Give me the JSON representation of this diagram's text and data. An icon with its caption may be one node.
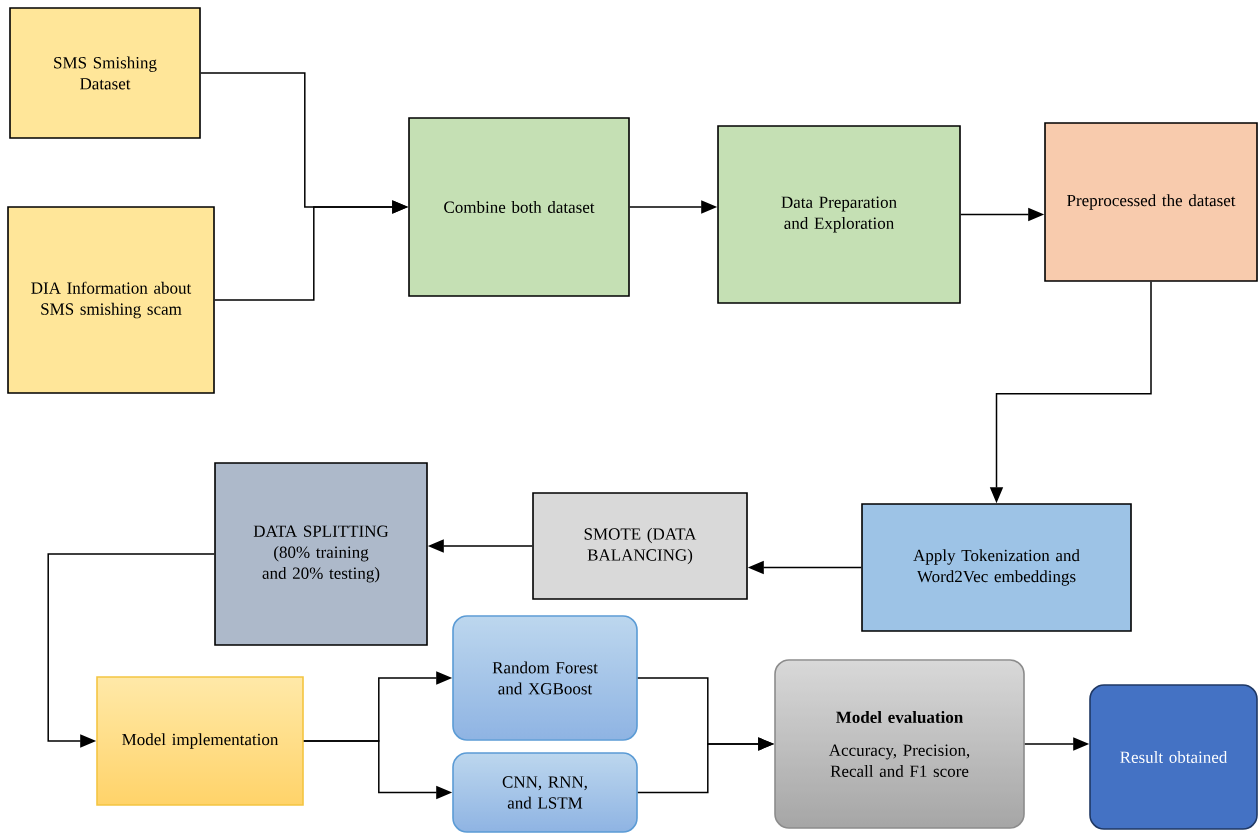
{
  "diagram": {
    "nodes": [
      {
        "text": [
          "SMS Smishing Dataset"
        ]
      },
      {
        "text": [
          "DIA Information about SMS smishing scam"
        ]
      },
      {
        "text": [
          "Combine both dataset"
        ]
      },
      {
        "text": [
          "Data Preparation and Exploration"
        ]
      },
      {
        "text": [
          "Preprocessed the dataset"
        ]
      },
      {
        "text": [
          "Apply Tokenization and Word2Vec embeddings"
        ]
      },
      {
        "text": [
          "SMOTE (DATA BALANCING)"
        ]
      },
      {
        "text": [
          "DATA SPLITTING (80% training and 20% testing)"
        ]
      },
      {
        "text": [
          "Model implementation"
        ]
      },
      {
        "text": [
          "Random Forest and XGBoost"
        ]
      },
      {
        "text": [
          "CNN, RNN, and LSTM"
        ]
      },
      {
        "text": [
          "Model evaluation",
          "Accuracy, Precision, Recall and F1 score"
        ]
      },
      {
        "text": [
          "Result obtained"
        ]
      }
    ],
    "edges": [
      {
        "from": 0,
        "to": 2,
        "arrow": "to"
      },
      {
        "from": 1,
        "to": 2,
        "arrow": "to"
      },
      {
        "from": 2,
        "to": 3,
        "arrow": "to"
      },
      {
        "from": 3,
        "to": 4,
        "arrow": "to"
      },
      {
        "from": 4,
        "to": 5,
        "arrow": "to"
      },
      {
        "from": 5,
        "to": 6,
        "arrow": "to"
      },
      {
        "from": 6,
        "to": 7,
        "arrow": "to"
      },
      {
        "from": 7,
        "to": 8,
        "arrow": "to"
      },
      {
        "from": 8,
        "to": 9,
        "arrow": "to"
      },
      {
        "from": 8,
        "to": 10,
        "arrow": "to"
      },
      {
        "from": 9,
        "to": 11,
        "arrow": "to"
      },
      {
        "from": 10,
        "to": 11,
        "arrow": "to"
      },
      {
        "from": 11,
        "to": 12,
        "arrow": "to"
      }
    ]
  }
}
